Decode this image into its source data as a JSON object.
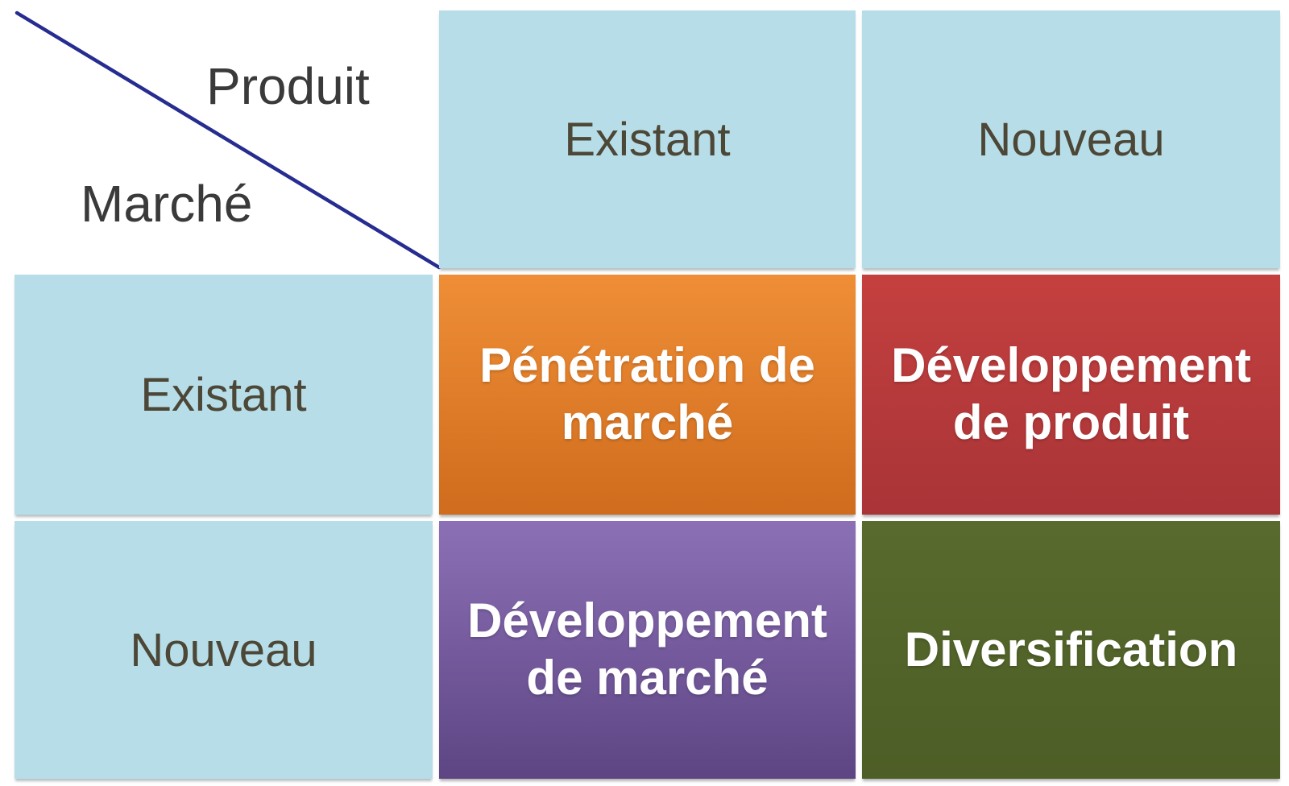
{
  "diagram": {
    "type": "ansoff-matrix",
    "axes": {
      "product": "Produit",
      "market": "Marché"
    },
    "column_headers": [
      "Existant",
      "Nouveau"
    ],
    "row_headers": [
      "Existant",
      "Nouveau"
    ],
    "cells": [
      {
        "id": "market-penetration",
        "label": "Pénétration de marché",
        "fill": {
          "top": "#ef8e37",
          "bottom": "#cf6c1d"
        }
      },
      {
        "id": "product-development",
        "label": "Développement de produit",
        "fill": {
          "top": "#c4403f",
          "bottom": "#a93437"
        }
      },
      {
        "id": "market-development",
        "label": "Développement de marché",
        "fill": {
          "top": "#8c70b6",
          "bottom": "#5d4583"
        }
      },
      {
        "id": "diversification",
        "label": "Diversification",
        "fill": {
          "top": "#586a2d",
          "bottom": "#4d5e26"
        }
      }
    ],
    "colors": {
      "header_fill": "#b7dee8",
      "header_text": "#4c4737",
      "axis_text": "#3a3a3a",
      "divider_line": "#262c90",
      "cell_text": "#ffffff",
      "background": "#ffffff"
    }
  }
}
